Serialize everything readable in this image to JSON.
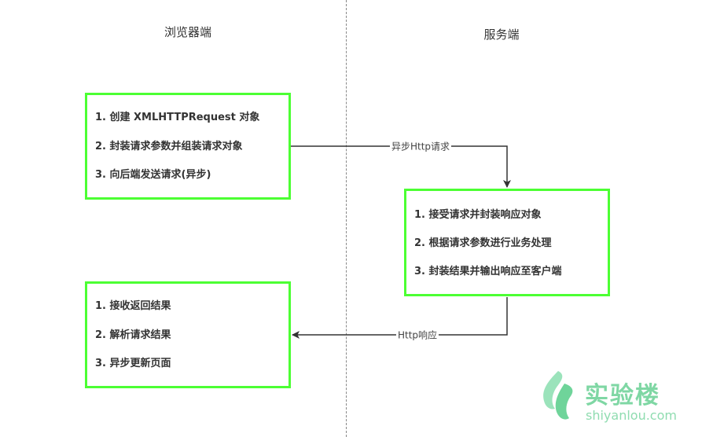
{
  "columns": {
    "browser_title": "浏览器端",
    "server_title": "服务端"
  },
  "browser_request_box": {
    "items": [
      "1. 创建 XMLHTTPRequest 对象",
      "2. 封装请求参数并组装请求对象",
      "3. 向后端发送请求(异步)"
    ]
  },
  "server_box": {
    "items": [
      "1. 接受请求并封装响应对象",
      "2. 根据请求参数进行业务处理",
      "3. 封装结果并输出响应至客户端"
    ]
  },
  "browser_response_box": {
    "items": [
      "1. 接收返回结果",
      "2. 解析请求结果",
      "3. 异步更新页面"
    ]
  },
  "edges": {
    "request_label": "异步Http请求",
    "response_label": "Http响应"
  },
  "logo": {
    "brand": "实验楼",
    "url": "shiyanlou.com"
  },
  "colors": {
    "box_border": "#4cff33",
    "arrow": "#333333",
    "logo": "#7fd7a4"
  }
}
